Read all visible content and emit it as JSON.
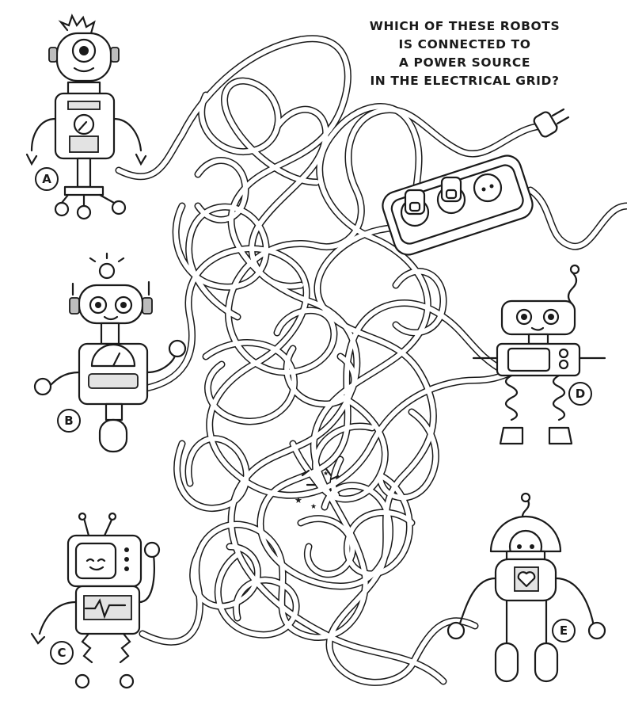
{
  "puzzle": {
    "question_lines": [
      "WHICH OF THESE ROBOTS",
      "IS CONNECTED TO",
      "A POWER SOURCE",
      "IN THE ELECTRICAL GRID?"
    ],
    "robots": [
      {
        "label": "A"
      },
      {
        "label": "B"
      },
      {
        "label": "C"
      },
      {
        "label": "D"
      },
      {
        "label": "E"
      }
    ]
  }
}
